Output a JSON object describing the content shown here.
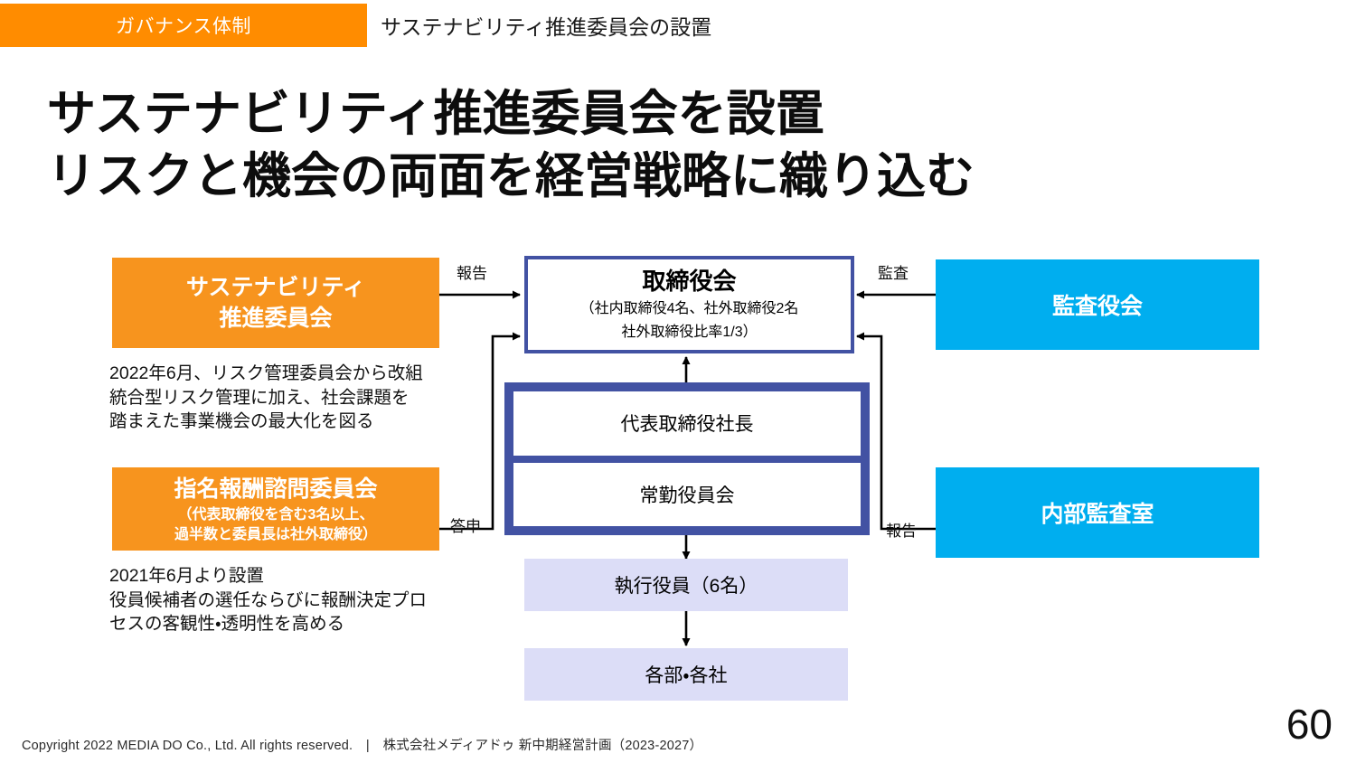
{
  "header": {
    "band_label": "ガバナンス体制",
    "subtitle": "サステナビリティ推進委員会の設置",
    "band_color": "#FF8C00"
  },
  "title": {
    "line1": "サステナビリティ推進委員会を設置",
    "line2": "リスクと機会の両面を経営戦略に織り込む"
  },
  "diagram": {
    "type": "org-governance-chart",
    "nodes": {
      "sustainability_committee": {
        "title": "サステナビリティ",
        "title2": "推進委員会",
        "color": "#F7941E"
      },
      "sustainability_note": "2022年6月、リスク管理委員会から改組\n統合型リスク管理に加え、社会課題を\n踏まえた事業機会の最大化を図る",
      "nomination_committee": {
        "title": "指名報酬諮問委員会",
        "subtitle1": "（代表取締役を含む3名以上、",
        "subtitle2": "過半数と委員長は社外取締役）",
        "color": "#F7941E"
      },
      "nomination_note": "2021年6月より設置\n役員候補者の選任ならびに報酬決定プロ\nセスの客観性・透明性を高める",
      "board": {
        "title": "取締役会",
        "subtitle1": "（社内取締役4名、社外取締役2名",
        "subtitle2": "社外取締役比率1/3）",
        "border_color": "#4252A3"
      },
      "president": {
        "label": "代表取締役社長"
      },
      "executive_board": {
        "label": "常勤役員会"
      },
      "frame_color": "#4252A3",
      "executive_officers": {
        "label": "執行役員（6名）",
        "color": "#DCDDF7"
      },
      "departments": {
        "label": "各部・各社",
        "color": "#DCDDF7"
      },
      "audit_board": {
        "title": "監査役会",
        "color": "#00AEEF"
      },
      "internal_audit": {
        "title": "内部監査室",
        "color": "#00AEEF"
      }
    },
    "edges": {
      "report_to_board": "報告",
      "advisory_to_board": "答申",
      "audit_to_board": "監査",
      "internal_report_to_board": "報告"
    }
  },
  "footer": {
    "copyright": "Copyright 2022 MEDIA DO Co., Ltd. All rights reserved.　|　株式会社メディアドゥ 新中期経営計画（2023-2027）",
    "page_number": "60"
  }
}
